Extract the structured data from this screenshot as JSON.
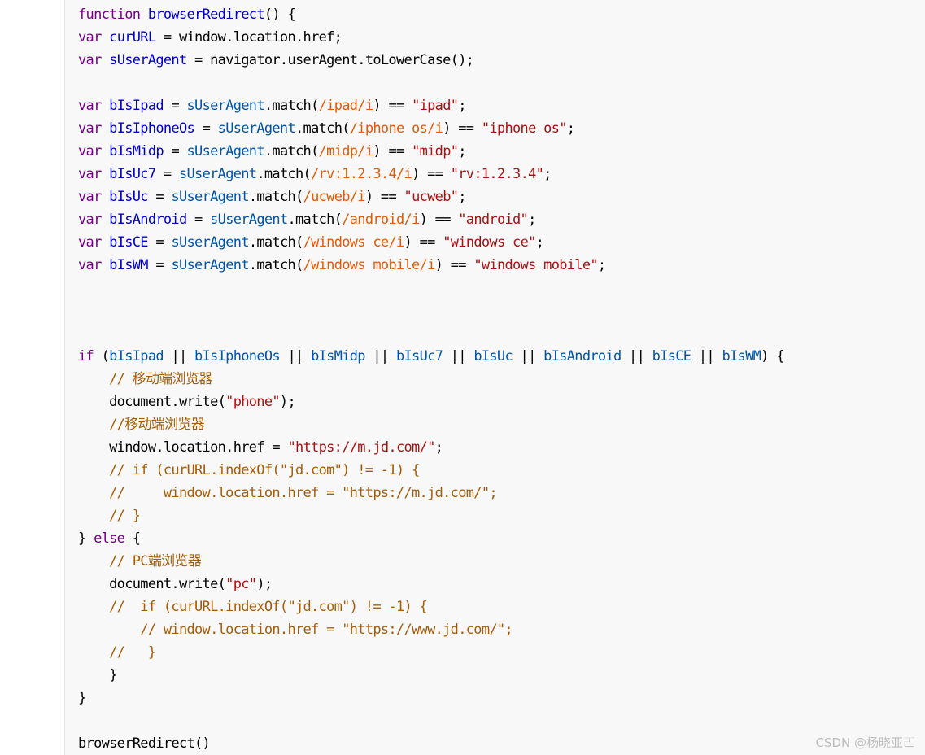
{
  "colors": {
    "background": "#f8f8f8",
    "keyword": "#770088",
    "variable_def": "#0000cc",
    "variable": "#0055aa",
    "regex": "#e45a07",
    "string": "#aa1111",
    "comment": "#a65d08"
  },
  "watermark": "CSDN @杨晓亚𠀀",
  "code": {
    "lines": [
      [
        {
          "t": "kw",
          "s": "function"
        },
        {
          "t": "df",
          "s": " "
        },
        {
          "t": "vd",
          "s": "browserRedirect"
        },
        {
          "t": "df",
          "s": "() {"
        }
      ],
      [
        {
          "t": "kw",
          "s": "var"
        },
        {
          "t": "df",
          "s": " "
        },
        {
          "t": "vd",
          "s": "curURL"
        },
        {
          "t": "df",
          "s": " = window.location.href;"
        }
      ],
      [
        {
          "t": "kw",
          "s": "var"
        },
        {
          "t": "df",
          "s": " "
        },
        {
          "t": "vd",
          "s": "sUserAgent"
        },
        {
          "t": "df",
          "s": " = navigator.userAgent.toLowerCase();"
        }
      ],
      [],
      [
        {
          "t": "kw",
          "s": "var"
        },
        {
          "t": "df",
          "s": " "
        },
        {
          "t": "vd",
          "s": "bIsIpad"
        },
        {
          "t": "df",
          "s": " = "
        },
        {
          "t": "v2",
          "s": "sUserAgent"
        },
        {
          "t": "df",
          "s": ".match("
        },
        {
          "t": "re",
          "s": "/ipad/i"
        },
        {
          "t": "df",
          "s": ") == "
        },
        {
          "t": "st",
          "s": "\"ipad\""
        },
        {
          "t": "df",
          "s": ";"
        }
      ],
      [
        {
          "t": "kw",
          "s": "var"
        },
        {
          "t": "df",
          "s": " "
        },
        {
          "t": "vd",
          "s": "bIsIphoneOs"
        },
        {
          "t": "df",
          "s": " = "
        },
        {
          "t": "v2",
          "s": "sUserAgent"
        },
        {
          "t": "df",
          "s": ".match("
        },
        {
          "t": "re",
          "s": "/iphone os/i"
        },
        {
          "t": "df",
          "s": ") == "
        },
        {
          "t": "st",
          "s": "\"iphone os\""
        },
        {
          "t": "df",
          "s": ";"
        }
      ],
      [
        {
          "t": "kw",
          "s": "var"
        },
        {
          "t": "df",
          "s": " "
        },
        {
          "t": "vd",
          "s": "bIsMidp"
        },
        {
          "t": "df",
          "s": " = "
        },
        {
          "t": "v2",
          "s": "sUserAgent"
        },
        {
          "t": "df",
          "s": ".match("
        },
        {
          "t": "re",
          "s": "/midp/i"
        },
        {
          "t": "df",
          "s": ") == "
        },
        {
          "t": "st",
          "s": "\"midp\""
        },
        {
          "t": "df",
          "s": ";"
        }
      ],
      [
        {
          "t": "kw",
          "s": "var"
        },
        {
          "t": "df",
          "s": " "
        },
        {
          "t": "vd",
          "s": "bIsUc7"
        },
        {
          "t": "df",
          "s": " = "
        },
        {
          "t": "v2",
          "s": "sUserAgent"
        },
        {
          "t": "df",
          "s": ".match("
        },
        {
          "t": "re",
          "s": "/rv:1.2.3.4/i"
        },
        {
          "t": "df",
          "s": ") == "
        },
        {
          "t": "st",
          "s": "\"rv:1.2.3.4\""
        },
        {
          "t": "df",
          "s": ";"
        }
      ],
      [
        {
          "t": "kw",
          "s": "var"
        },
        {
          "t": "df",
          "s": " "
        },
        {
          "t": "vd",
          "s": "bIsUc"
        },
        {
          "t": "df",
          "s": " = "
        },
        {
          "t": "v2",
          "s": "sUserAgent"
        },
        {
          "t": "df",
          "s": ".match("
        },
        {
          "t": "re",
          "s": "/ucweb/i"
        },
        {
          "t": "df",
          "s": ") == "
        },
        {
          "t": "st",
          "s": "\"ucweb\""
        },
        {
          "t": "df",
          "s": ";"
        }
      ],
      [
        {
          "t": "kw",
          "s": "var"
        },
        {
          "t": "df",
          "s": " "
        },
        {
          "t": "vd",
          "s": "bIsAndroid"
        },
        {
          "t": "df",
          "s": " = "
        },
        {
          "t": "v2",
          "s": "sUserAgent"
        },
        {
          "t": "df",
          "s": ".match("
        },
        {
          "t": "re",
          "s": "/android/i"
        },
        {
          "t": "df",
          "s": ") == "
        },
        {
          "t": "st",
          "s": "\"android\""
        },
        {
          "t": "df",
          "s": ";"
        }
      ],
      [
        {
          "t": "kw",
          "s": "var"
        },
        {
          "t": "df",
          "s": " "
        },
        {
          "t": "vd",
          "s": "bIsCE"
        },
        {
          "t": "df",
          "s": " = "
        },
        {
          "t": "v2",
          "s": "sUserAgent"
        },
        {
          "t": "df",
          "s": ".match("
        },
        {
          "t": "re",
          "s": "/windows ce/i"
        },
        {
          "t": "df",
          "s": ") == "
        },
        {
          "t": "st",
          "s": "\"windows ce\""
        },
        {
          "t": "df",
          "s": ";"
        }
      ],
      [
        {
          "t": "kw",
          "s": "var"
        },
        {
          "t": "df",
          "s": " "
        },
        {
          "t": "vd",
          "s": "bIsWM"
        },
        {
          "t": "df",
          "s": " = "
        },
        {
          "t": "v2",
          "s": "sUserAgent"
        },
        {
          "t": "df",
          "s": ".match("
        },
        {
          "t": "re",
          "s": "/windows mobile/i"
        },
        {
          "t": "df",
          "s": ") == "
        },
        {
          "t": "st",
          "s": "\"windows mobile\""
        },
        {
          "t": "df",
          "s": ";"
        }
      ],
      [],
      [],
      [],
      [
        {
          "t": "kw",
          "s": "if"
        },
        {
          "t": "df",
          "s": " ("
        },
        {
          "t": "v2",
          "s": "bIsIpad"
        },
        {
          "t": "df",
          "s": " || "
        },
        {
          "t": "v2",
          "s": "bIsIphoneOs"
        },
        {
          "t": "df",
          "s": " || "
        },
        {
          "t": "v2",
          "s": "bIsMidp"
        },
        {
          "t": "df",
          "s": " || "
        },
        {
          "t": "v2",
          "s": "bIsUc7"
        },
        {
          "t": "df",
          "s": " || "
        },
        {
          "t": "v2",
          "s": "bIsUc"
        },
        {
          "t": "df",
          "s": " || "
        },
        {
          "t": "v2",
          "s": "bIsAndroid"
        },
        {
          "t": "df",
          "s": " || "
        },
        {
          "t": "v2",
          "s": "bIsCE"
        },
        {
          "t": "df",
          "s": " || "
        },
        {
          "t": "v2",
          "s": "bIsWM"
        },
        {
          "t": "df",
          "s": ") {"
        }
      ],
      [
        {
          "t": "df",
          "s": "    "
        },
        {
          "t": "cm",
          "s": "// 移动端浏览器"
        }
      ],
      [
        {
          "t": "df",
          "s": "    document.write("
        },
        {
          "t": "st",
          "s": "\"phone\""
        },
        {
          "t": "df",
          "s": ");"
        }
      ],
      [
        {
          "t": "df",
          "s": "    "
        },
        {
          "t": "cm",
          "s": "//移动端浏览器"
        }
      ],
      [
        {
          "t": "df",
          "s": "    window.location.href = "
        },
        {
          "t": "st",
          "s": "\"https://m.jd.com/\""
        },
        {
          "t": "df",
          "s": ";"
        }
      ],
      [
        {
          "t": "df",
          "s": "    "
        },
        {
          "t": "cm",
          "s": "// if (curURL.indexOf(\"jd.com\") != -1) {"
        }
      ],
      [
        {
          "t": "df",
          "s": "    "
        },
        {
          "t": "cm",
          "s": "//     window.location.href = \"https://m.jd.com/\";"
        }
      ],
      [
        {
          "t": "df",
          "s": "    "
        },
        {
          "t": "cm",
          "s": "// }"
        }
      ],
      [
        {
          "t": "df",
          "s": "} "
        },
        {
          "t": "kw",
          "s": "else"
        },
        {
          "t": "df",
          "s": " {"
        }
      ],
      [
        {
          "t": "df",
          "s": "    "
        },
        {
          "t": "cm",
          "s": "// PC端浏览器"
        }
      ],
      [
        {
          "t": "df",
          "s": "    document.write("
        },
        {
          "t": "st",
          "s": "\"pc\""
        },
        {
          "t": "df",
          "s": ");"
        }
      ],
      [
        {
          "t": "df",
          "s": "    "
        },
        {
          "t": "cm",
          "s": "//  if (curURL.indexOf(\"jd.com\") != -1) {"
        }
      ],
      [
        {
          "t": "df",
          "s": "        "
        },
        {
          "t": "cm",
          "s": "// window.location.href = \"https://www.jd.com/\";"
        }
      ],
      [
        {
          "t": "df",
          "s": "    "
        },
        {
          "t": "cm",
          "s": "//   }"
        }
      ],
      [
        {
          "t": "df",
          "s": "    }"
        }
      ],
      [
        {
          "t": "df",
          "s": "}"
        }
      ],
      [],
      [
        {
          "t": "df",
          "s": "browserRedirect()"
        }
      ]
    ]
  }
}
